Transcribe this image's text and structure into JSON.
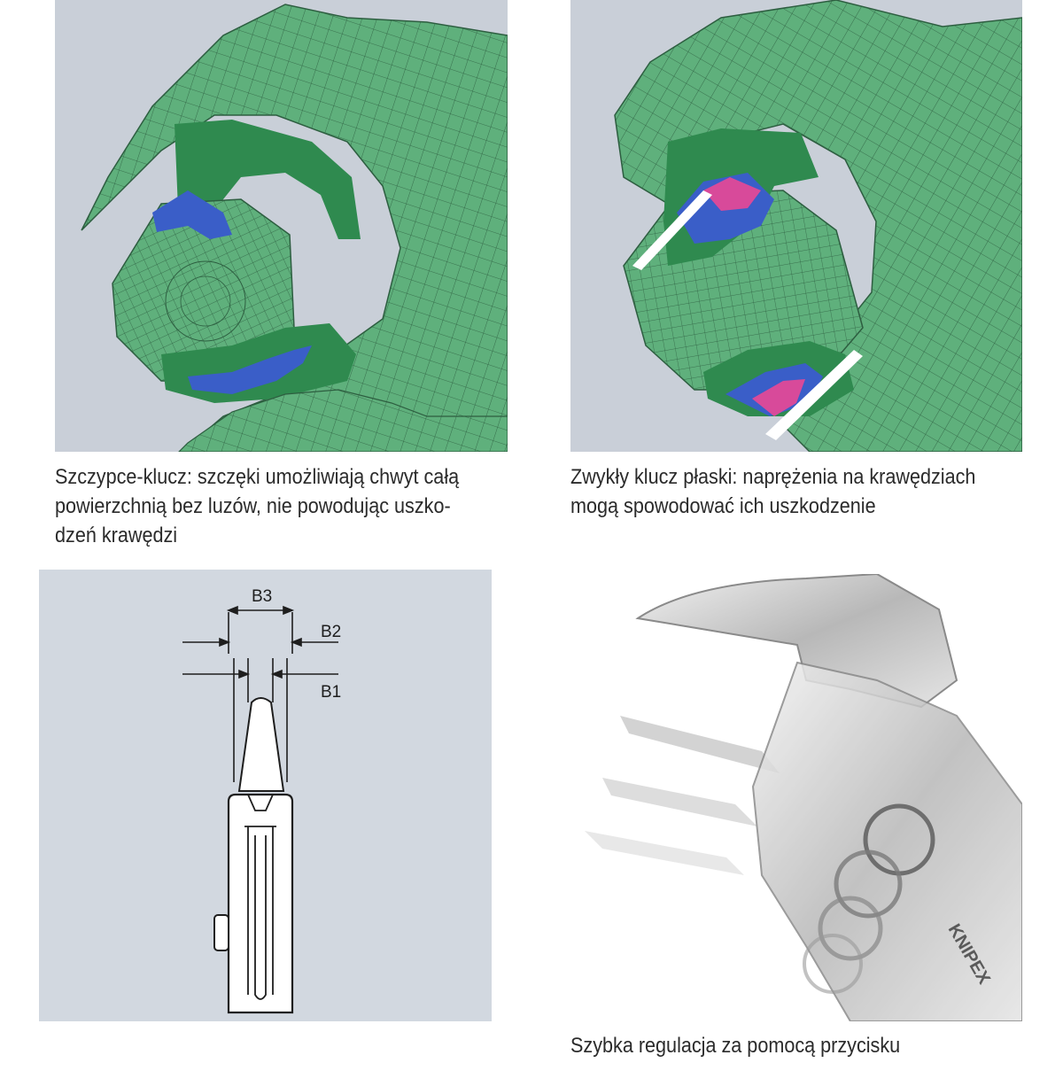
{
  "figures": {
    "fea_left": {
      "caption": "Szczypce-klucz: szczęki umożliwiają chwyt całą\npowierzchnią bez luzów, nie powodując uszko-\ndzeń krawędzi",
      "colors": {
        "background": "#c9cfd8",
        "mesh": "#5fb07c",
        "contact": "#2f8a4f",
        "stress_low": "#3a5ec8"
      }
    },
    "fea_right": {
      "caption": "Zwykły klucz płaski: naprężenia na krawędziach\nmogą spowodować ich uszkodzenie",
      "colors": {
        "background": "#c9cfd8",
        "mesh": "#5fb07c",
        "contact": "#2f8a4f",
        "stress_low": "#3a5ec8",
        "stress_high": "#d84a9a"
      }
    },
    "schematic": {
      "labels": {
        "b3": "B3",
        "b2": "B2",
        "b1": "B1"
      },
      "colors": {
        "background": "#d2d8e0",
        "line": "#1e1e1e",
        "fill": "#ffffff"
      }
    },
    "photo": {
      "caption": "Szybka regulacja za pomocą przycisku",
      "brand_engraving": "KNIPEX"
    }
  }
}
